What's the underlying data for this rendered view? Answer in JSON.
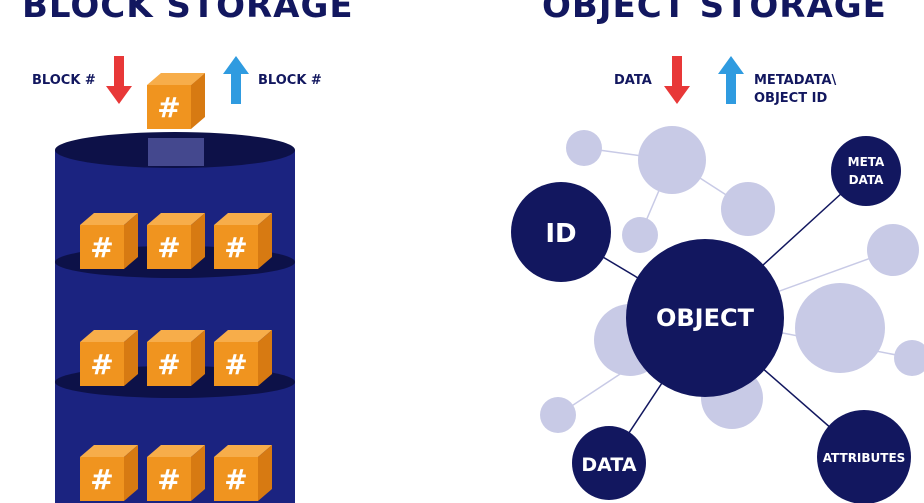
{
  "block": {
    "title": "BLOCK STORAGE",
    "in_label": "BLOCK #",
    "out_label": "BLOCK #",
    "cube_symbol": "#"
  },
  "object": {
    "title": "OBJECT STORAGE",
    "in_label": "DATA",
    "out_label_line1": "METADATA\\",
    "out_label_line2": "OBJECT ID",
    "center": "OBJECT",
    "nodes": {
      "id": "ID",
      "meta_line1": "META",
      "meta_line2": "DATA",
      "data": "DATA",
      "attributes": "ATTRIBUTES"
    }
  },
  "colors": {
    "navy": "#12175f",
    "cylinder": "#1b2380",
    "cylinder_dark": "#0d1148",
    "cube_front": "#f0941f",
    "cube_side": "#d77a12",
    "cube_top": "#f7ad4a",
    "lavender": "#c8cae6",
    "arrow_down": "#e83838",
    "arrow_up": "#2f9be0"
  }
}
